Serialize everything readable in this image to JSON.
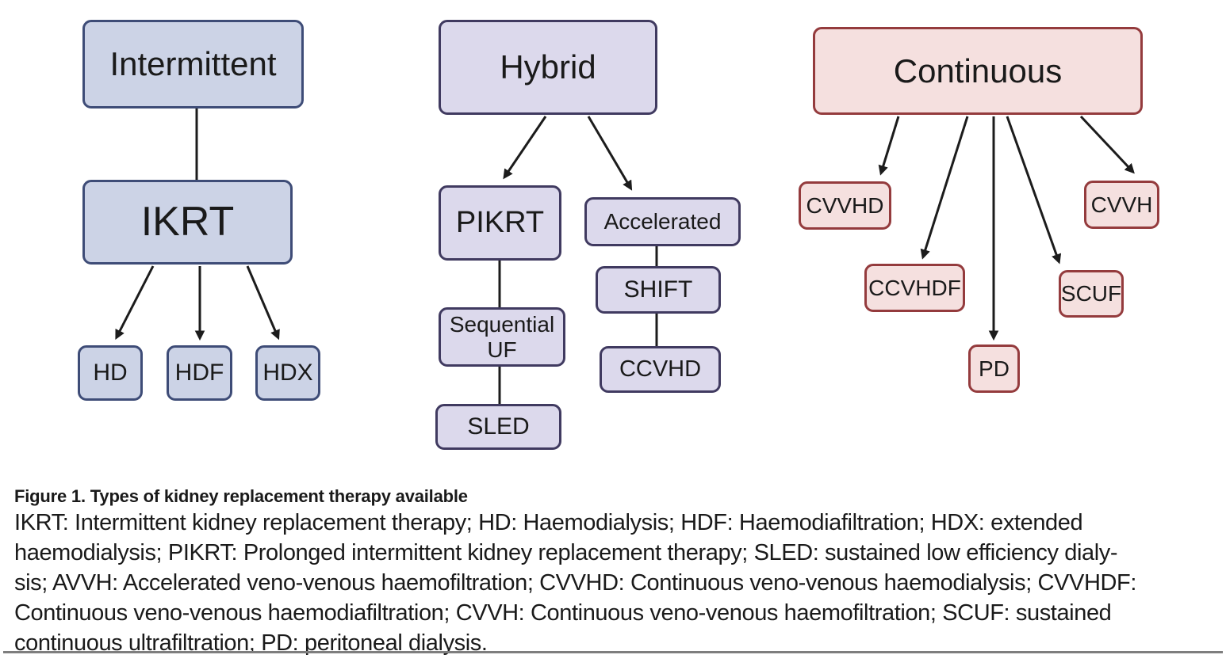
{
  "figure": {
    "nodes": {
      "intermittent": {
        "label": "Intermittent"
      },
      "ikrt": {
        "label": "IKRT"
      },
      "hd": {
        "label": "HD"
      },
      "hdf": {
        "label": "HDF"
      },
      "hdx": {
        "label": "HDX"
      },
      "hybrid": {
        "label": "Hybrid"
      },
      "pikrt": {
        "label": "PIKRT"
      },
      "accelerated": {
        "label": "Accelerated"
      },
      "sequential_uf": {
        "label": "Sequential\nUF"
      },
      "sled": {
        "label": "SLED"
      },
      "shift": {
        "label": "SHIFT"
      },
      "ccvhd": {
        "label": "CCVHD"
      },
      "continuous": {
        "label": "Continuous"
      },
      "cvvhd": {
        "label": "CVVHD"
      },
      "ccvhdf": {
        "label": "CCVHDF"
      },
      "pd": {
        "label": "PD"
      },
      "scuf": {
        "label": "SCUF"
      },
      "cvvh": {
        "label": "CVVH"
      }
    },
    "colors": {
      "blue_fill": "#ccd3e6",
      "blue_border": "#3e4c77",
      "purple_fill": "#dcd9ec",
      "purple_border": "#403a60",
      "pink_fill": "#f5e0df",
      "pink_border": "#943b3d",
      "line": "#1c1c1c",
      "text": "#1a1a1a",
      "divider": "#7e7e7e"
    }
  },
  "caption": {
    "title": "Figure 1. Types of kidney replacement therapy available",
    "lines": [
      "IKRT: Intermittent kidney replacement therapy; HD: Haemodialysis; HDF: Haemodiafiltration; HDX: extended",
      "haemodialysis; PIKRT: Prolonged intermittent kidney replacement therapy; SLED: sustained low efficiency dialy-",
      "sis; AVVH: Accelerated veno-venous haemofiltration; CVVHD: Continuous veno-venous haemodialysis; CVVHDF:",
      "Continuous veno-venous haemodiafiltration; CVVH: Continuous veno-venous haemofiltration; SCUF: sustained",
      "continuous ultrafiltration; PD: peritoneal dialysis."
    ]
  }
}
